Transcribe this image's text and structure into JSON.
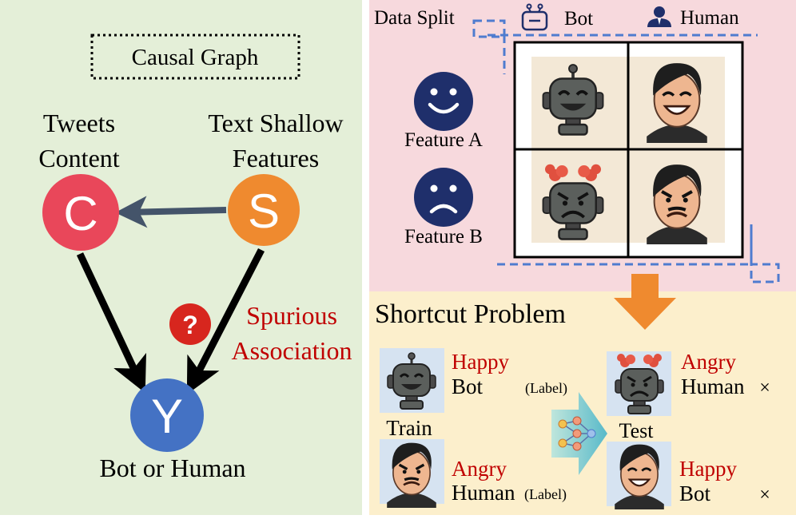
{
  "causal_graph": {
    "title": "Causal Graph",
    "node_c": {
      "letter": "C",
      "label_line1": "Tweets",
      "label_line2": "Content",
      "color": "#e9475a"
    },
    "node_s": {
      "letter": "S",
      "label_line1": "Text Shallow",
      "label_line2": "Features",
      "color": "#ef8a2f"
    },
    "node_y": {
      "letter": "Y",
      "label": "Bot or Human",
      "color": "#4472c4"
    },
    "question_mark": "?",
    "spurious_line1": "Spurious",
    "spurious_line2": "Association",
    "accent_red": "#c00000"
  },
  "data_split": {
    "title": "Data Split",
    "legend_bot": "Bot",
    "legend_human": "Human",
    "feature_a": "Feature A",
    "feature_b": "Feature B",
    "cells": [
      {
        "name": "bot-happy",
        "icon": "happy-robot-icon"
      },
      {
        "name": "human-happy",
        "icon": "happy-man-icon"
      },
      {
        "name": "bot-angry",
        "icon": "angry-robot-icon"
      },
      {
        "name": "human-angry",
        "icon": "angry-man-icon"
      }
    ]
  },
  "shortcut_problem": {
    "title": "Shortcut Problem",
    "train_label": "Train",
    "test_label": "Test",
    "train_items": [
      {
        "emotion": "Happy",
        "class": "Bot",
        "tag": "(Label)"
      },
      {
        "emotion": "Angry",
        "class": "Human",
        "tag": "(Label)"
      }
    ],
    "test_items": [
      {
        "emotion": "Angry",
        "class": "Human",
        "mark": "×"
      },
      {
        "emotion": "Happy",
        "class": "Bot",
        "mark": "×"
      }
    ]
  },
  "colors": {
    "left_bg": "#e4efd8",
    "top_right_bg": "#f7d9dd",
    "bottom_right_bg": "#fcefcc",
    "dashed_blue": "#4f7ccf",
    "orange_arrow": "#ef8a2f"
  }
}
